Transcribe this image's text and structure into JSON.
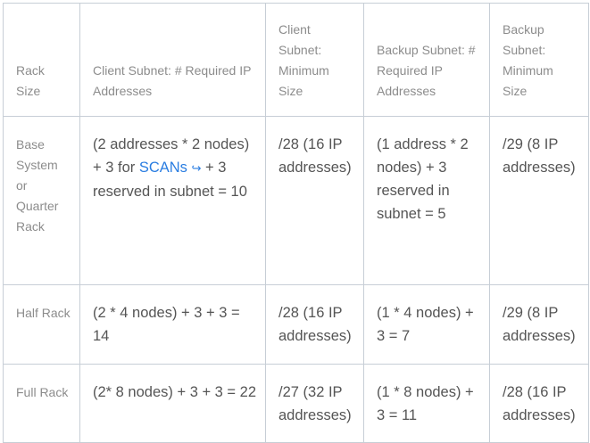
{
  "table": {
    "headers": [
      "Rack Size",
      "Client Subnet: # Required IP Addresses",
      "Client Subnet: Minimum Size",
      "Backup Subnet: # Required IP Addresses",
      "Backup Subnet: Minimum Size"
    ],
    "rows": [
      {
        "rack_size": "Base System or Quarter Rack",
        "client_required_pre": "(2 addresses * 2 nodes) + 3 for ",
        "client_required_link": "SCANs",
        "client_required_link_icon": "↪",
        "client_required_post": " + 3 reserved in subnet = 10",
        "client_min_size": "/28 (16 IP addresses)",
        "backup_required": "(1 address * 2 nodes) + 3 reserved in subnet = 5",
        "backup_min_size": "/29 (8 IP addresses)"
      },
      {
        "rack_size": "Half Rack",
        "client_required": "(2 * 4 nodes) + 3 + 3 = 14",
        "client_min_size": "/28 (16 IP addresses)",
        "backup_required": "(1 * 4 nodes) + 3 = 7",
        "backup_min_size": "/29 (8 IP addresses)"
      },
      {
        "rack_size": "Full Rack",
        "client_required": "(2* 8 nodes) + 3 + 3 = 22",
        "client_min_size": "/27 (32 IP addresses)",
        "backup_required": "(1 * 8 nodes) + 3 = 11",
        "backup_min_size": "/28 (16 IP addresses)"
      }
    ]
  },
  "colors": {
    "border": "#c7ced6",
    "header_text": "#8c8c8c",
    "body_text": "#555555",
    "link": "#2a7de1"
  }
}
